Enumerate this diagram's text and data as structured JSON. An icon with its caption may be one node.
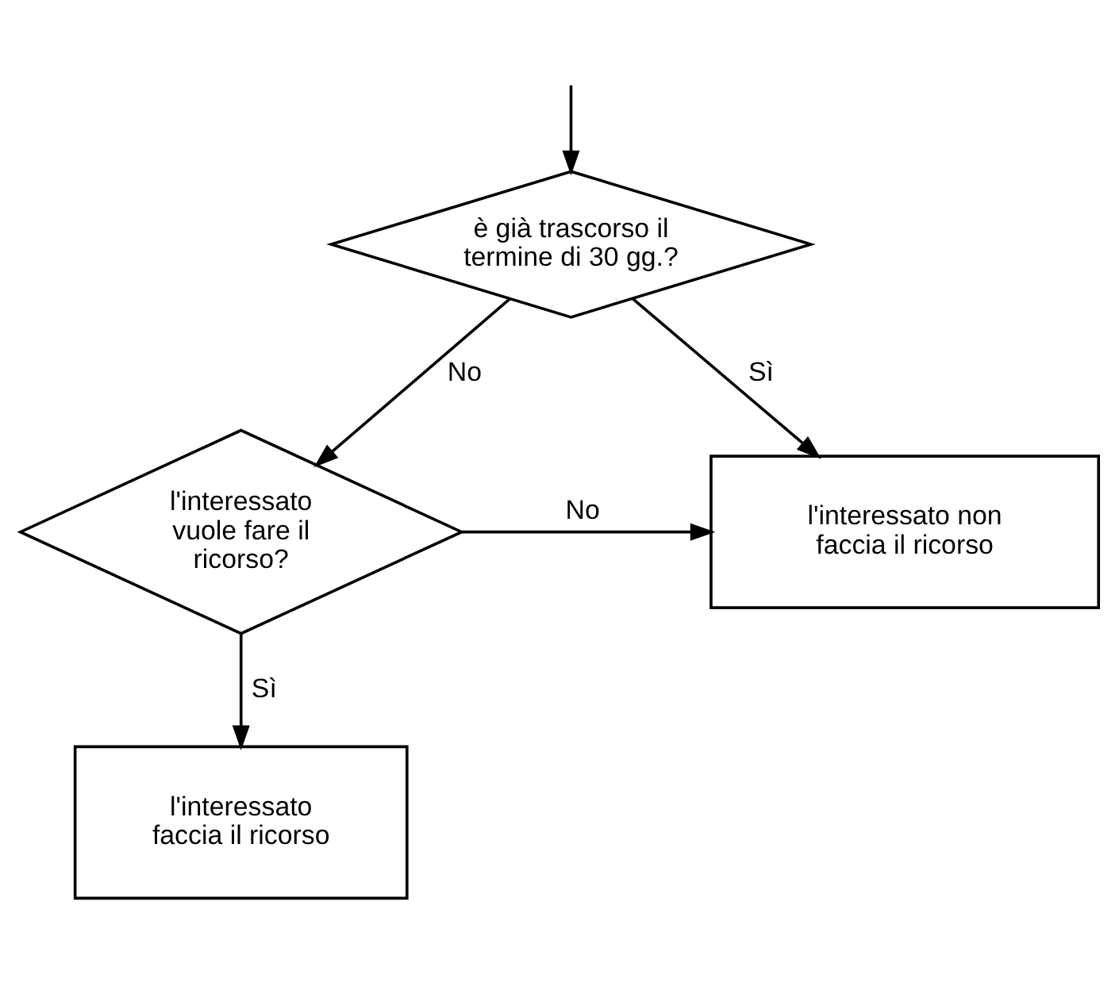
{
  "diagram": {
    "nodes": [
      {
        "text": [
          "è già trascorso il termine di 30 gg.?"
        ]
      },
      {
        "text": [
          "l'interessato vuole fare il ricorso?"
        ]
      },
      {
        "text": [
          "l'interessato non faccia il ricorso"
        ]
      },
      {
        "text": [
          "l'interessato faccia il ricorso"
        ]
      }
    ],
    "edges": [
      {
        "from": null,
        "to": 0,
        "arrow": "to"
      },
      {
        "from": 0,
        "to": 2,
        "label": "Sì",
        "arrow": "to"
      },
      {
        "from": 0,
        "to": 1,
        "label": "No",
        "arrow": "to"
      },
      {
        "from": 1,
        "to": 2,
        "label": "No",
        "arrow": "to"
      },
      {
        "from": 1,
        "to": 3,
        "label": "Sì",
        "arrow": "to"
      }
    ]
  }
}
